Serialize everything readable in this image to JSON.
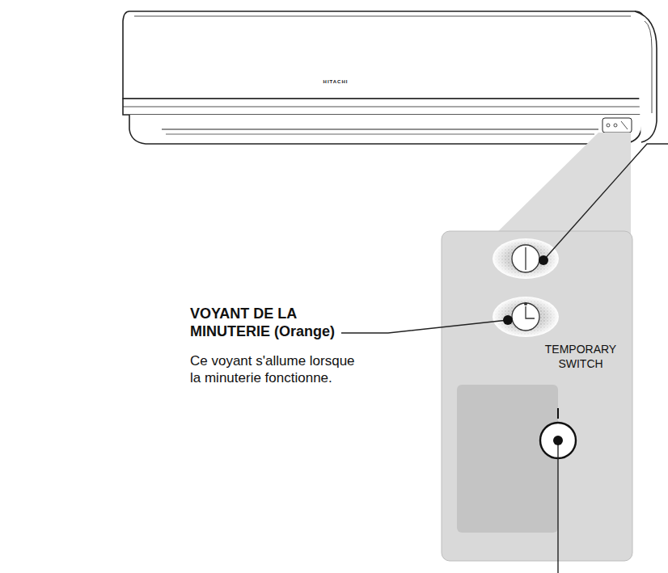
{
  "diagram": {
    "nodes": [
      {
        "text": [
          "HITACHI"
        ]
      },
      {
        "text": [
          "TEMPORARY SWITCH"
        ]
      }
    ],
    "labels": [
      "VOYANT DE LA MINUTERIE (Orange)",
      "Ce voyant s'allume lorsque la minuterie fonctionne."
    ]
  }
}
